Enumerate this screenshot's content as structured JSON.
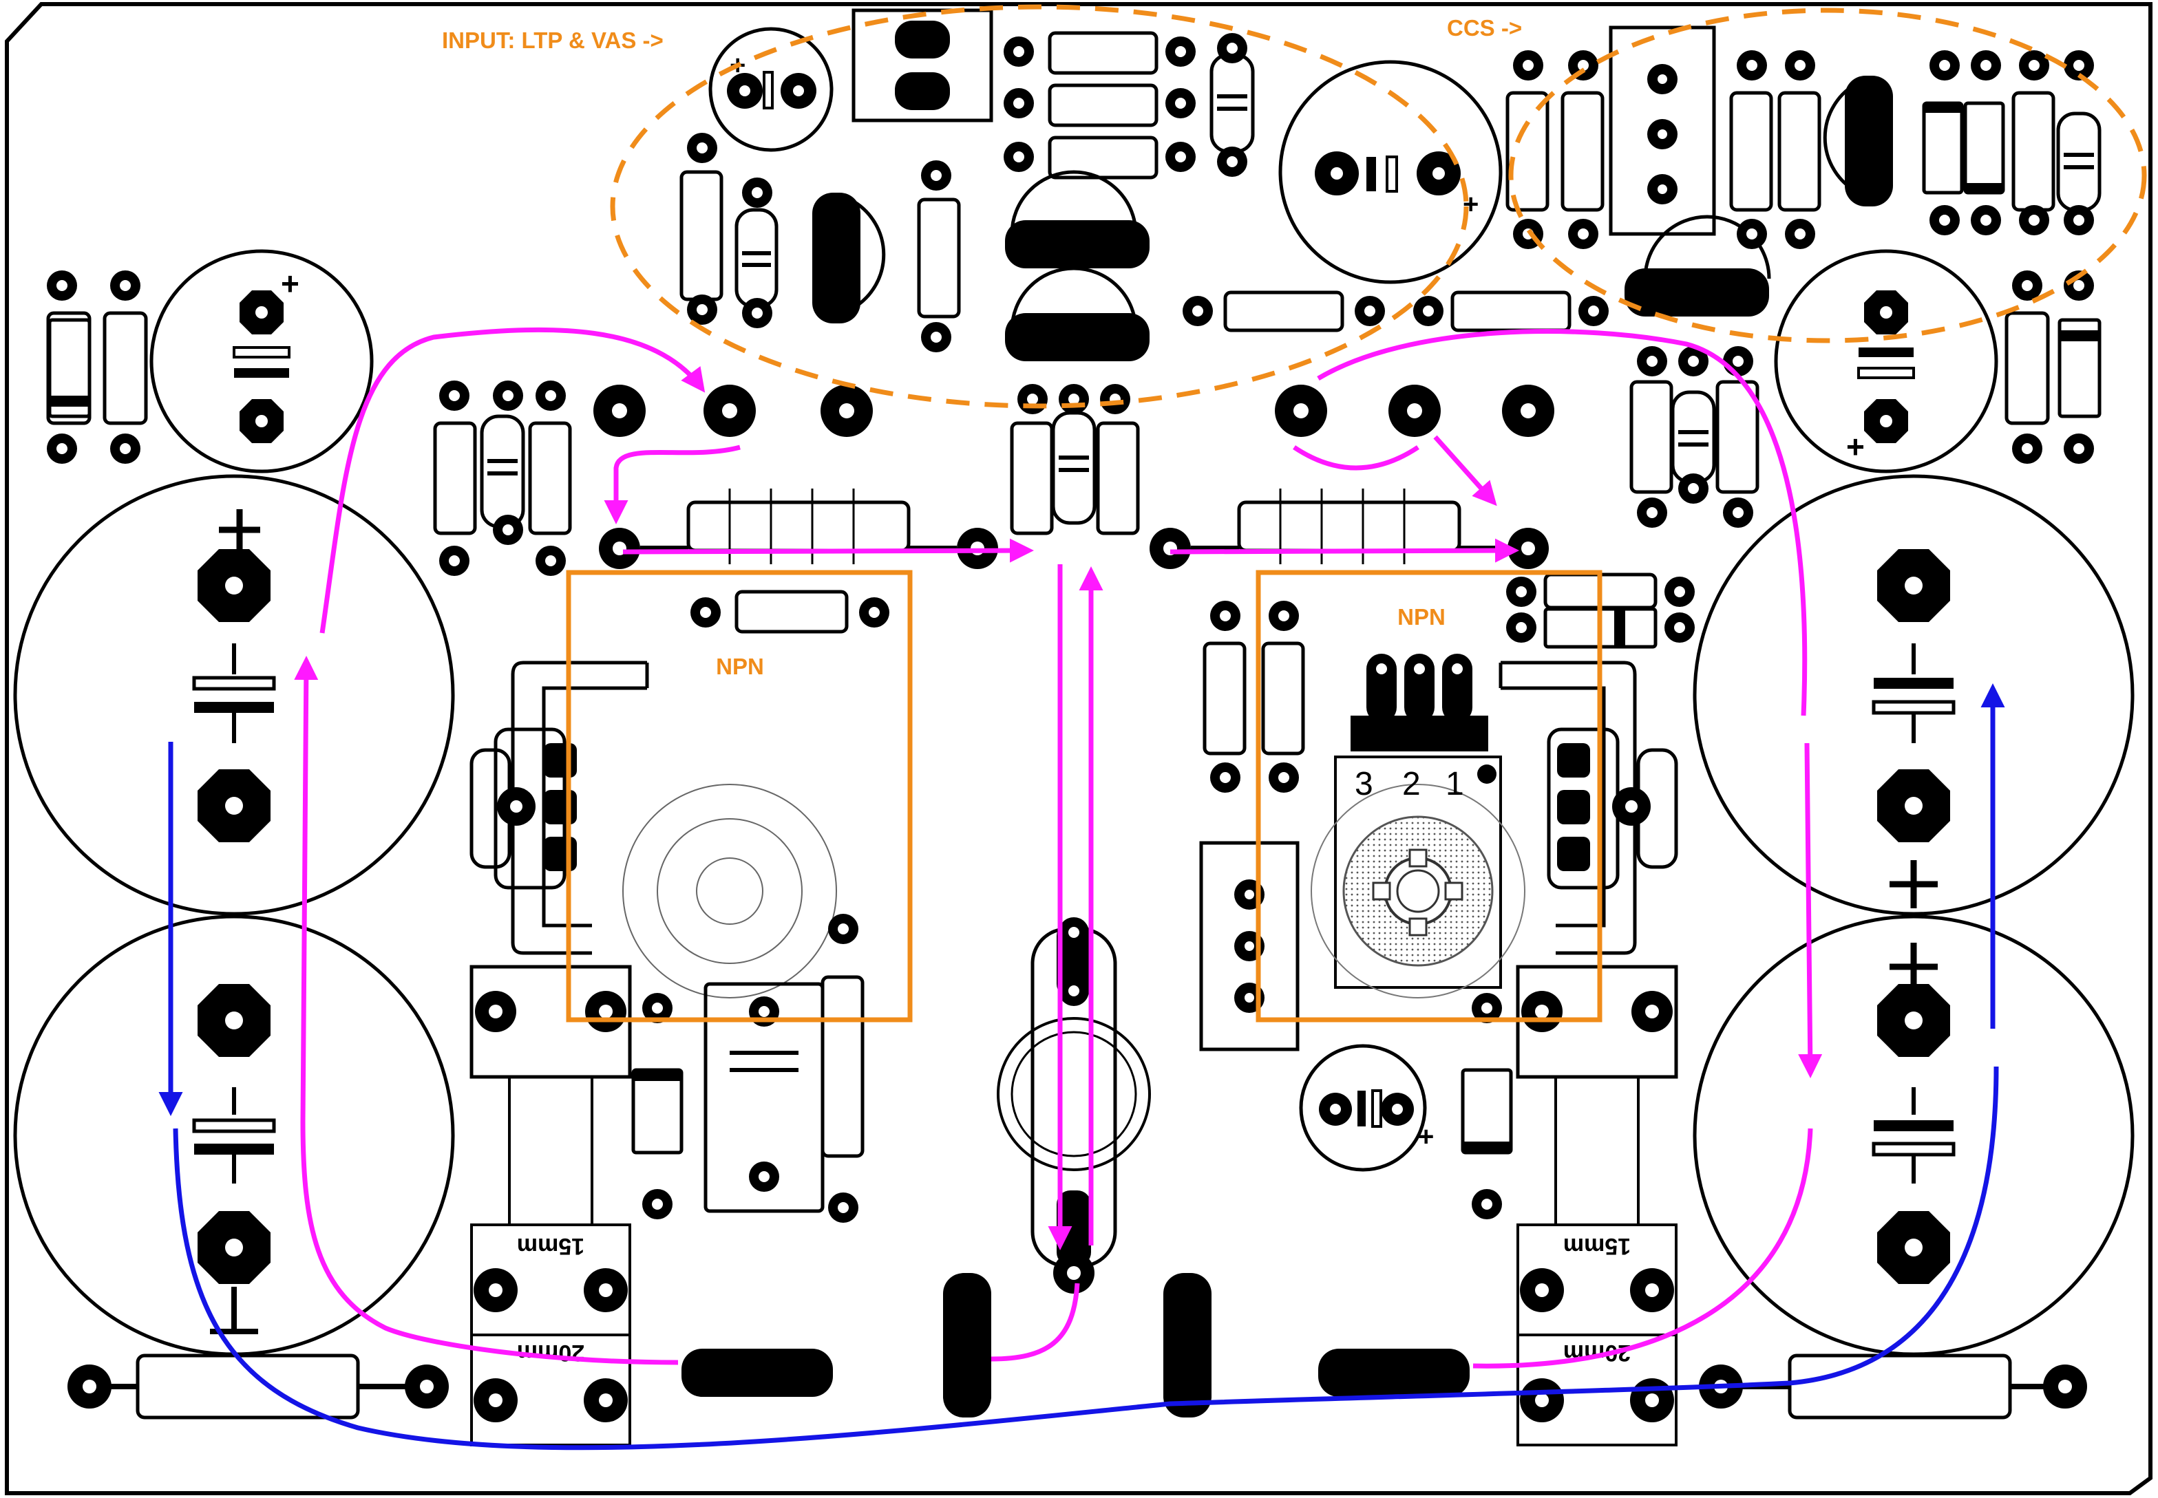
{
  "labels": {
    "input_stage": "INPUT: LTP & VAS ->",
    "ccs": "CCS ->",
    "npn_left": "NPN",
    "npn_right": "NPN",
    "trimmer_pin3": "3",
    "trimmer_pin2": "2",
    "trimmer_pin1": "1",
    "res_15mm_left": "15mm",
    "res_15mm_right": "15mm",
    "res_20mm_left": "20mm",
    "res_20mm_right": "20mm"
  },
  "symbols": {
    "plus": "+",
    "minus": "−"
  },
  "colors": {
    "outline": "#000000",
    "current_flow": "#ff19ff",
    "ground_return": "#1414e6",
    "annotation": "#f08c1a"
  }
}
